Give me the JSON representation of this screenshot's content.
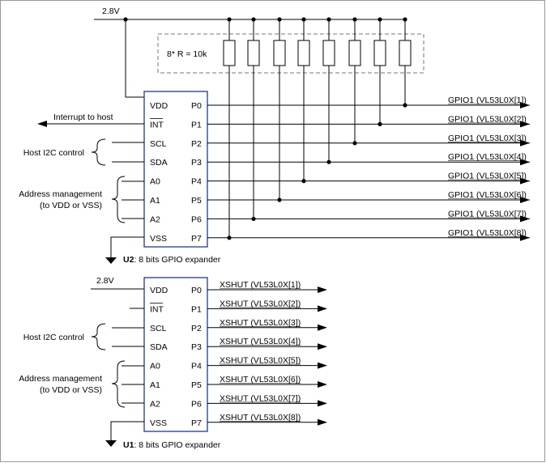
{
  "supply_top": "2.8V",
  "supply_bottom": "2.8V",
  "resistor_label": "8* R = 10k",
  "interrupt_label": "Interrupt to host",
  "host_i2c_label": "Host I2C control",
  "address_label_1": "Address management",
  "address_label_2": "(to VDD or VSS)",
  "u2": {
    "name": "U2",
    "caption": ": 8 bits GPIO expander",
    "left_pins": [
      "VDD",
      "INT",
      "SCL",
      "SDA",
      "A0",
      "A1",
      "A2",
      "VSS"
    ],
    "right_pins": [
      "P0",
      "P1",
      "P2",
      "P3",
      "P4",
      "P5",
      "P6",
      "P7"
    ],
    "outputs": [
      "GPIO1 (VL53L0X[1])",
      "GPIO1 (VL53L0X[2])",
      "GPIO1 (VL53L0X[3])",
      "GPIO1 (VL53L0X[4])",
      "GPIO1 (VL53L0X[5])",
      "GPIO1 (VL53L0X[6])",
      "GPIO1 (VL53L0X[7])",
      "GPIO1 (VL53L0X[8])"
    ]
  },
  "u1": {
    "name": "U1",
    "caption": ": 8 bits GPIO expander",
    "left_pins": [
      "VDD",
      "INT",
      "SCL",
      "SDA",
      "A0",
      "A1",
      "A2",
      "VSS"
    ],
    "right_pins": [
      "P0",
      "P1",
      "P2",
      "P3",
      "P4",
      "P5",
      "P6",
      "P7"
    ],
    "outputs": [
      "XSHUT (VL53L0X[1])",
      "XSHUT (VL53L0X[2])",
      "XSHUT (VL53L0X[3])",
      "XSHUT (VL53L0X[4])",
      "XSHUT (VL53L0X[5])",
      "XSHUT (VL53L0X[6])",
      "XSHUT (VL53L0X[7])",
      "XSHUT (VL53L0X[8])"
    ]
  }
}
